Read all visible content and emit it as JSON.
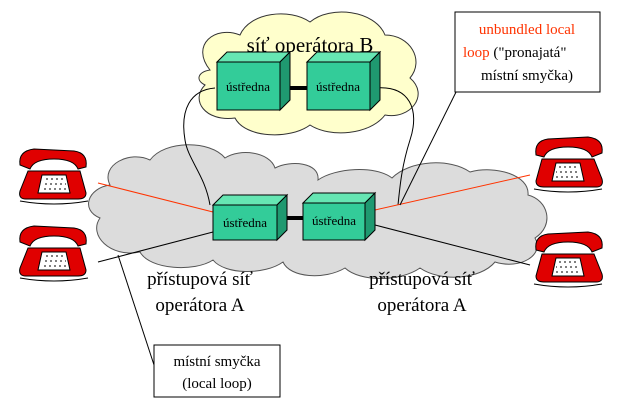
{
  "operator_b_cloud": {
    "title": "síť operátora B"
  },
  "access_network_left": {
    "line1": "přístupová síť",
    "line2": "operátora A"
  },
  "access_network_right": {
    "line1": "přístupová síť",
    "line2": "operátora A"
  },
  "switch_label": "ústředna",
  "switches": [
    "ústředna",
    "ústředna",
    "ústředna",
    "ústředna"
  ],
  "callout_unbundled": {
    "line1": "unbundled local",
    "line2_highlight": "loop",
    "line2_rest": " (\"pronajatá\"",
    "line3": "místní smyčka)"
  },
  "callout_local_loop": {
    "line1": "místní smyčka",
    "line2": "(local loop)"
  },
  "colors": {
    "cloud_operator_b": "#ffffcc",
    "cloud_access": "#dcdcdc",
    "switch_face": "#33cc99",
    "switch_top": "#66e6b3",
    "switch_side": "#1f9970",
    "phone_red": "#e00000",
    "highlight_red": "#ff3300",
    "leased_line": "#ff3300"
  },
  "icons": [
    "telephone-icon",
    "telephone-icon",
    "telephone-icon",
    "telephone-icon"
  ]
}
